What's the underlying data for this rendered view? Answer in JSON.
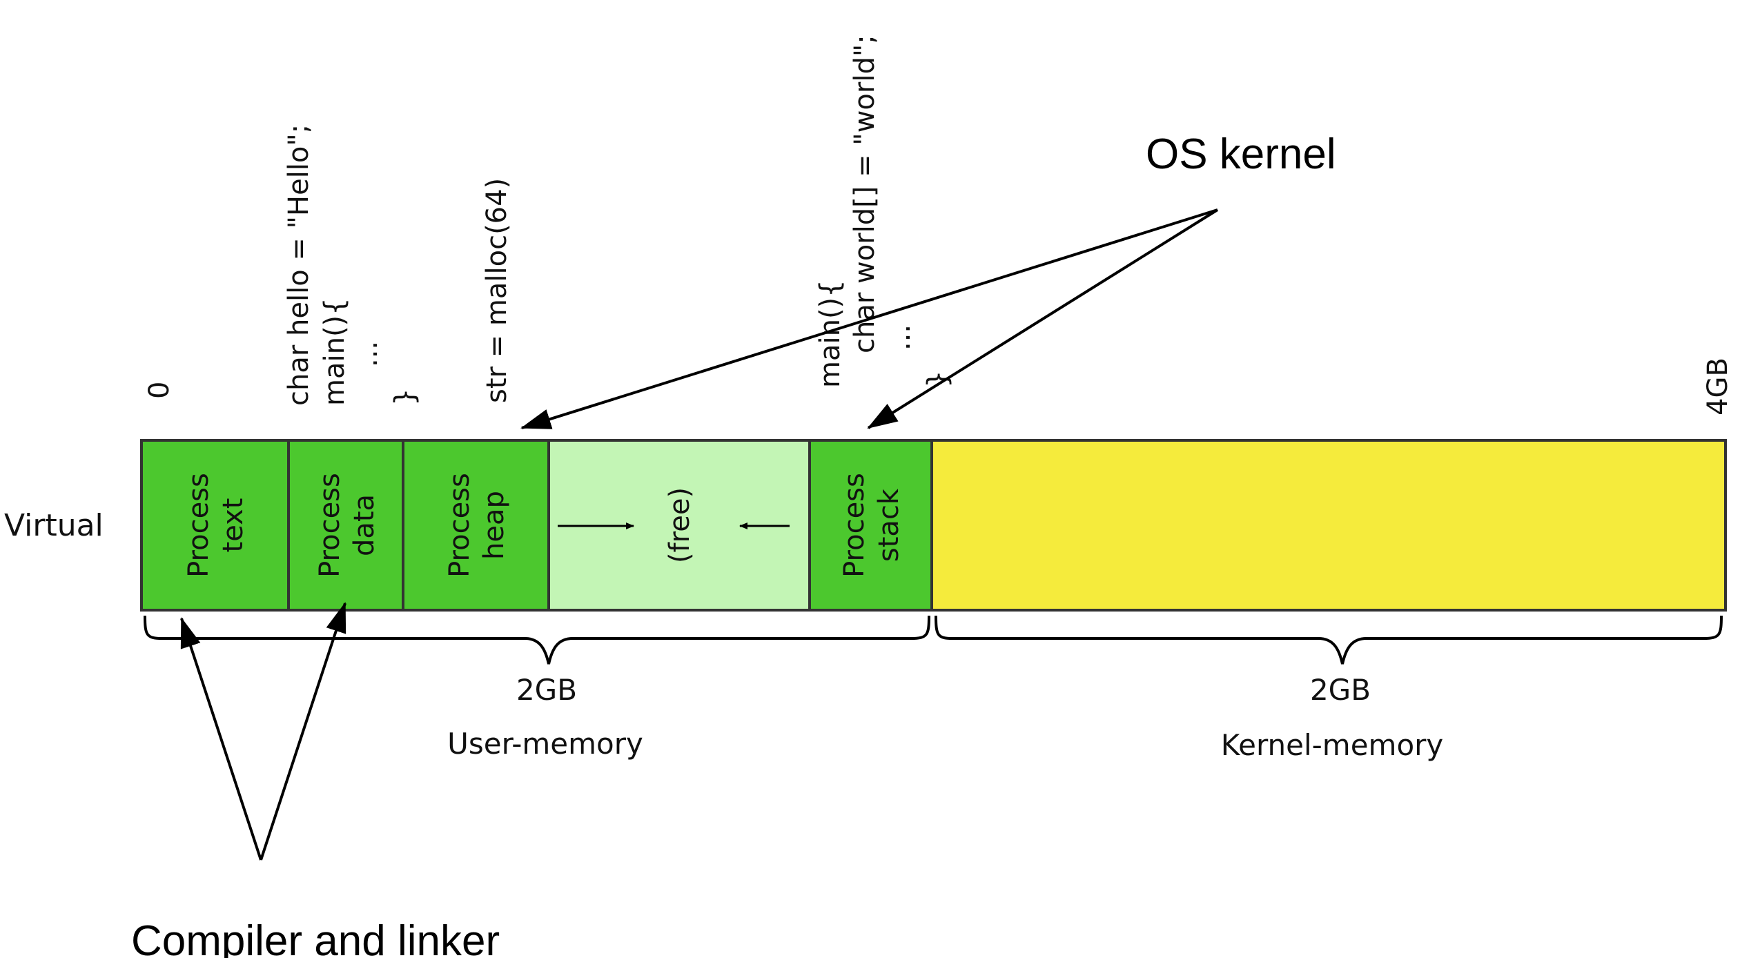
{
  "row_label": "Virtual",
  "address_start": "0",
  "address_end": "4GB",
  "segments": {
    "text": [
      "Process",
      "text"
    ],
    "data": [
      "Process",
      "data"
    ],
    "heap": [
      "Process",
      "heap"
    ],
    "free": "(free)",
    "stack": [
      "Process",
      "stack"
    ]
  },
  "code_data": [
    "char hello = \"Hello\";",
    "main(){",
    "...",
    "}"
  ],
  "code_heap": "str = malloc(64)",
  "code_stack": [
    "main(){",
    "char world[] = \"world\";",
    "...",
    "}"
  ],
  "user_size": "2GB",
  "user_label": "User-memory",
  "kernel_size": "2GB",
  "kernel_label": "Kernel-memory",
  "os_kernel": "OS kernel",
  "compiler": "Compiler and linker",
  "colors": {
    "segment_green": "#4cc82e",
    "free_green": "#c3f5b5",
    "kernel_yellow": "#f5eb3c",
    "outline": "#333333"
  }
}
